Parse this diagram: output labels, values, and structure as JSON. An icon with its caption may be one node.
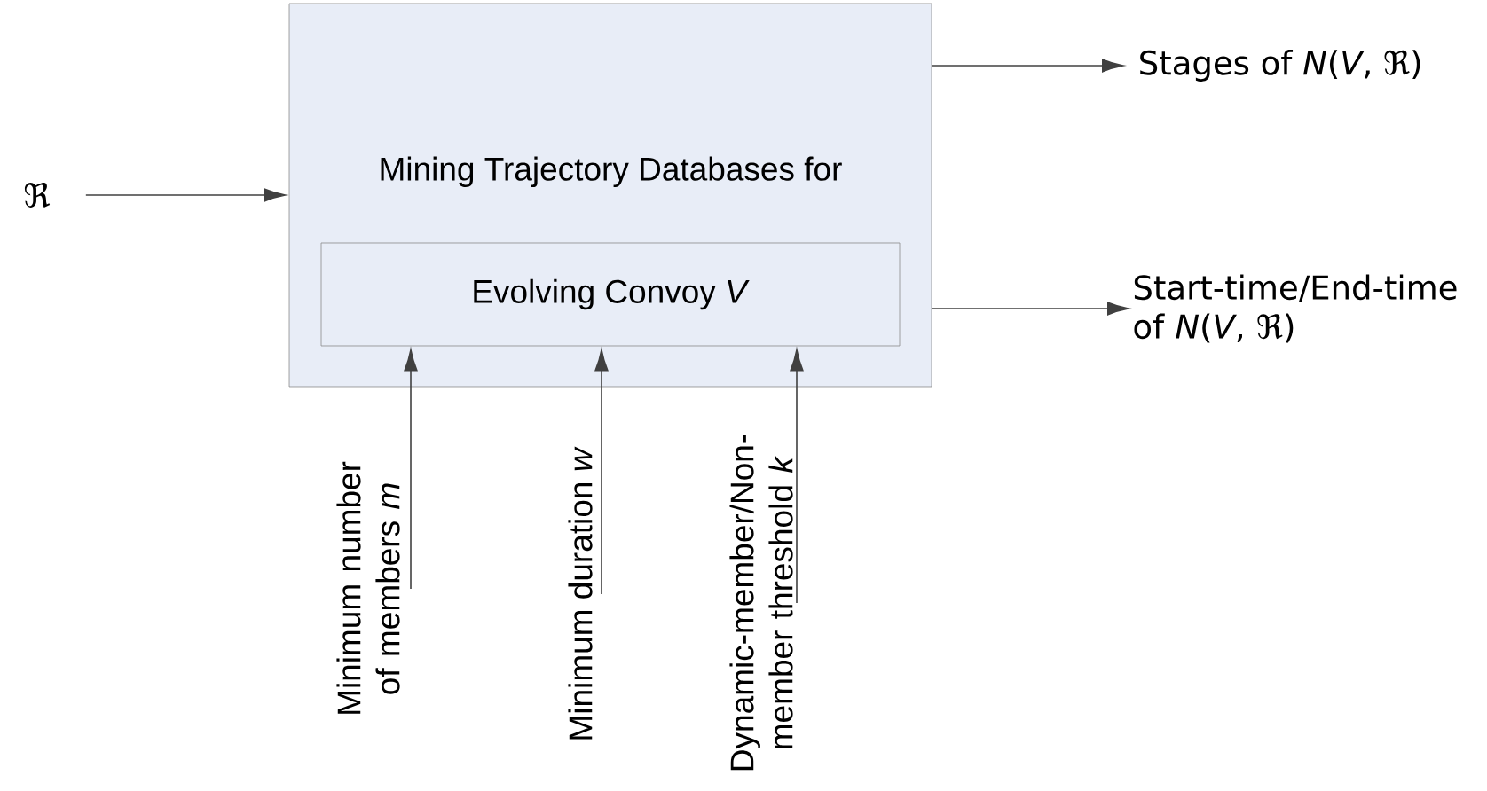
{
  "diagram": {
    "nodes": [
      {
        "text": [
          "Mining Trajectory Databases for"
        ]
      },
      {
        "text": [
          "Evolving Convoy *V*"
        ],
        "in": 0
      },
      {
        "text": [
          "ℜ"
        ]
      },
      {
        "text": [
          "Stages of *N*(*V*, ℜ)"
        ]
      },
      {
        "text": [
          "Start-time/End-time of *N*(*V*, ℜ)"
        ]
      },
      {
        "text": [
          "Minimum number of members *m*"
        ]
      },
      {
        "text": [
          "Minimum duration *w*"
        ]
      },
      {
        "text": [
          "Dynamic-member/Non-member threshold *k*"
        ]
      }
    ],
    "edges": [
      {
        "from": 2,
        "to": 0,
        "arrow": "to"
      },
      {
        "from": 0,
        "to": 3,
        "arrow": "to"
      },
      {
        "from": 0,
        "to": 4,
        "arrow": "to"
      },
      {
        "from": 5,
        "to": 1,
        "arrow": "to"
      },
      {
        "from": 6,
        "to": 1,
        "arrow": "to"
      },
      {
        "from": 7,
        "to": 1,
        "arrow": "to"
      }
    ]
  }
}
